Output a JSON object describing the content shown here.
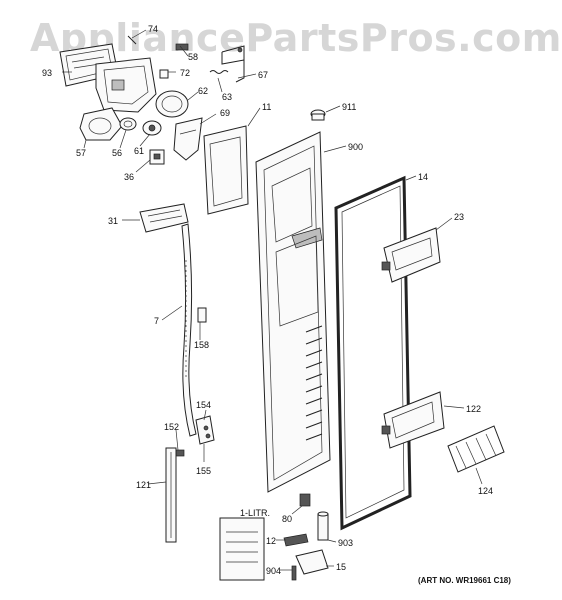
{
  "watermark": "AppliancePartsPros.com",
  "part_numbers": {
    "p74": "74",
    "p58": "58",
    "p93": "93",
    "p72": "72",
    "p63": "63",
    "p67": "67",
    "p62": "62",
    "p69": "69",
    "p11": "11",
    "p911": "911",
    "p57": "57",
    "p56": "56",
    "p61": "61",
    "p900": "900",
    "p36": "36",
    "p14": "14",
    "p23": "23",
    "p31": "31",
    "p7": "7",
    "p158": "158",
    "p122": "122",
    "p154": "154",
    "p152": "152",
    "p155": "155",
    "p121": "121",
    "p124": "124",
    "p80": "80",
    "p12": "12",
    "p903": "903",
    "p904": "904",
    "p15": "15"
  },
  "card_label": "1-LITR.",
  "art_number": "(ART NO. WR19661 C18)"
}
